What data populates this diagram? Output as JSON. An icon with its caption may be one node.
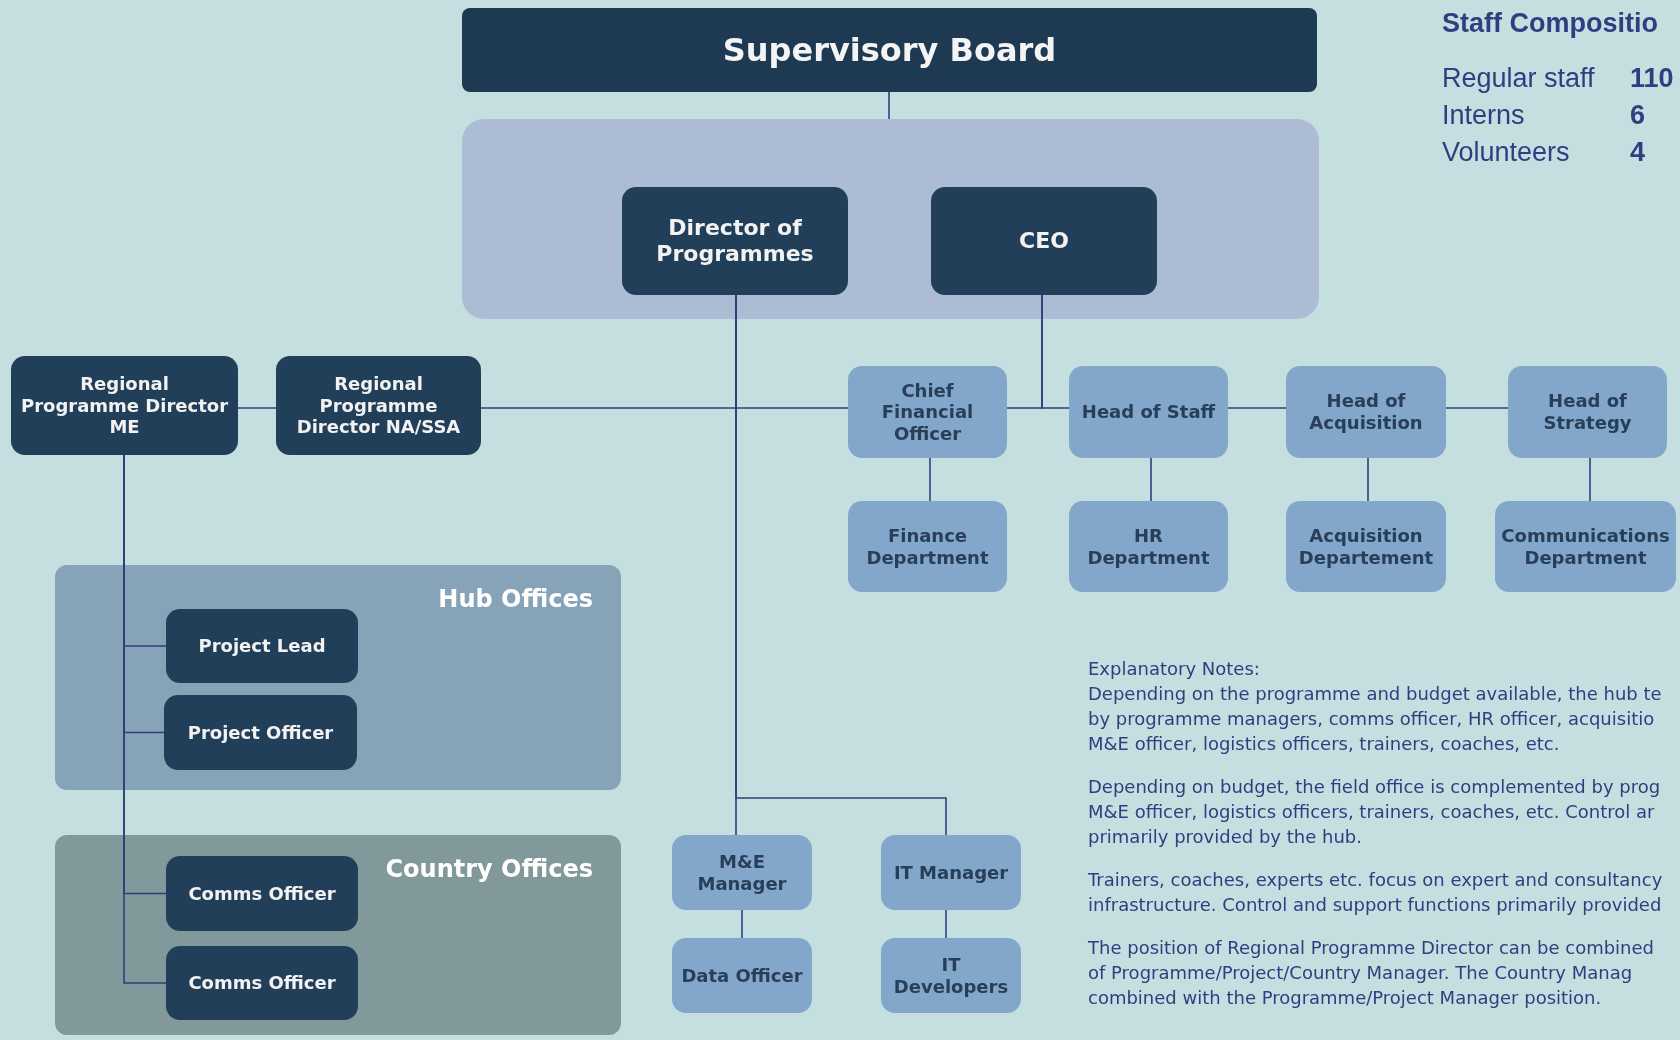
{
  "diagram": {
    "nodes": [
      {
        "text": [
          "Supervisory Board"
        ]
      },
      {
        "text": [],
        "shape": "box"
      },
      {
        "text": [
          "Director of Programmes"
        ],
        "in": 1
      },
      {
        "text": [
          "CEO"
        ],
        "in": 1
      },
      {
        "text": [
          "Regional Programme Director ME"
        ]
      },
      {
        "text": [
          "Regional Programme Director NA/SSA"
        ]
      },
      {
        "text": [
          "Chief Financial Officer"
        ]
      },
      {
        "text": [
          "Head of Staff"
        ]
      },
      {
        "text": [
          "Head of Acquisition"
        ]
      },
      {
        "text": [
          "Head of Strategy"
        ]
      },
      {
        "text": [
          "Finance Department"
        ]
      },
      {
        "text": [
          "HR Department"
        ]
      },
      {
        "text": [
          "Acquisition Departement"
        ]
      },
      {
        "text": [
          "Communications Department"
        ]
      },
      {
        "text": [
          "Hub Offices"
        ]
      },
      {
        "text": [
          "Project Lead"
        ],
        "in": 14
      },
      {
        "text": [
          "Project Officer"
        ],
        "in": 14
      },
      {
        "text": [
          "Country Offices"
        ]
      },
      {
        "text": [
          "Comms Officer"
        ],
        "in": 17
      },
      {
        "text": [
          "Comms Officer"
        ],
        "in": 17
      },
      {
        "text": [
          "M&E Manager"
        ]
      },
      {
        "text": [
          "IT Manager"
        ]
      },
      {
        "text": [
          "Data Officer"
        ]
      },
      {
        "text": [
          "IT Developers"
        ]
      }
    ],
    "edges": [
      {
        "from": 0,
        "to": 1,
        "arrow": "none"
      },
      {
        "from": 2,
        "to": 5,
        "arrow": "none"
      },
      {
        "from": 5,
        "to": 4,
        "arrow": "none"
      },
      {
        "from": 2,
        "to": 6,
        "arrow": "none"
      },
      {
        "from": 3,
        "to": 6,
        "arrow": "none"
      },
      {
        "from": 3,
        "to": 7,
        "arrow": "none"
      },
      {
        "from": 7,
        "to": 8,
        "arrow": "none"
      },
      {
        "from": 8,
        "to": 9,
        "arrow": "none"
      },
      {
        "from": 6,
        "to": 10,
        "arrow": "none"
      },
      {
        "from": 7,
        "to": 11,
        "arrow": "none"
      },
      {
        "from": 8,
        "to": 12,
        "arrow": "none"
      },
      {
        "from": 9,
        "to": 13,
        "arrow": "none"
      },
      {
        "from": 4,
        "to": 15,
        "arrow": "none"
      },
      {
        "from": 4,
        "to": 16,
        "arrow": "none"
      },
      {
        "from": 4,
        "to": 18,
        "arrow": "none"
      },
      {
        "from": 4,
        "to": 19,
        "arrow": "none"
      },
      {
        "from": 2,
        "to": 20,
        "arrow": "none"
      },
      {
        "from": 2,
        "to": 21,
        "arrow": "none"
      },
      {
        "from": 20,
        "to": 22,
        "arrow": "none"
      },
      {
        "from": 21,
        "to": 23,
        "arrow": "none"
      }
    ],
    "labels": [
      "Staff Compositio",
      "Regular staff",
      "110",
      "Interns",
      "6",
      "Volunteers",
      "4",
      "Explanatory Notes:",
      "Depending on the programme and budget available, the hub te by programme managers, comms officer, HR officer, acquisitio M&E officer, logistics officers, trainers, coaches, etc.",
      "Depending on budget, the field office is complemented by prog M&E officer, logistics officers, trainers, coaches, etc. Control ar primarily provided by the hub.",
      "Trainers, coaches, experts etc. focus on expert and consultancy infrastructure. Control and support functions primarily provided",
      "The position of Regional Programme Director can be combined of Programme/Project/Country Manager. The Country Manag combined with the Programme/Project Manager position."
    ]
  }
}
